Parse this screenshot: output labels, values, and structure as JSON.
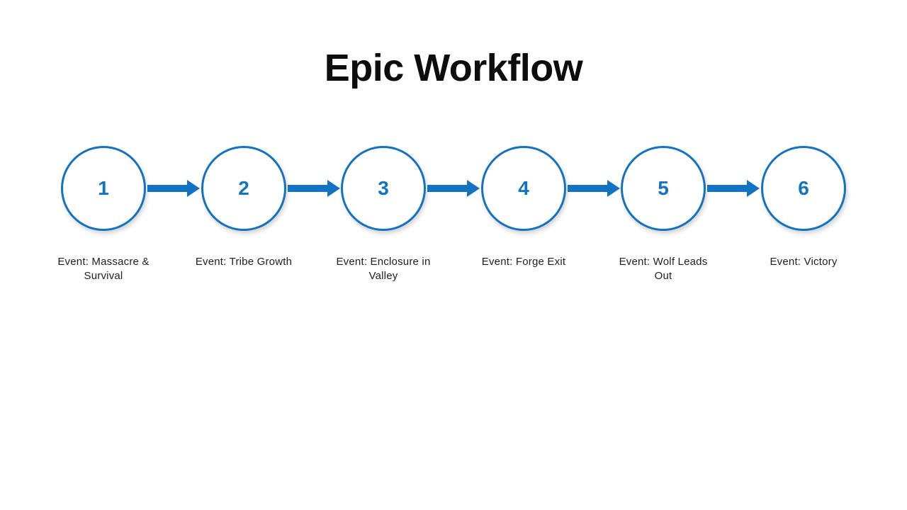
{
  "title": "Epic Workflow",
  "colors": {
    "accent": "#1272C4",
    "text": "#1F1F1F",
    "background": "#FFFFFF"
  },
  "steps": [
    {
      "number": "1",
      "label": "Event: Massacre & Survival"
    },
    {
      "number": "2",
      "label": "Event: Tribe Growth"
    },
    {
      "number": "3",
      "label": "Event: Enclosure in Valley"
    },
    {
      "number": "4",
      "label": "Event: Forge Exit"
    },
    {
      "number": "5",
      "label": "Event: Wolf Leads Out"
    },
    {
      "number": "6",
      "label": "Event: Victory"
    }
  ]
}
